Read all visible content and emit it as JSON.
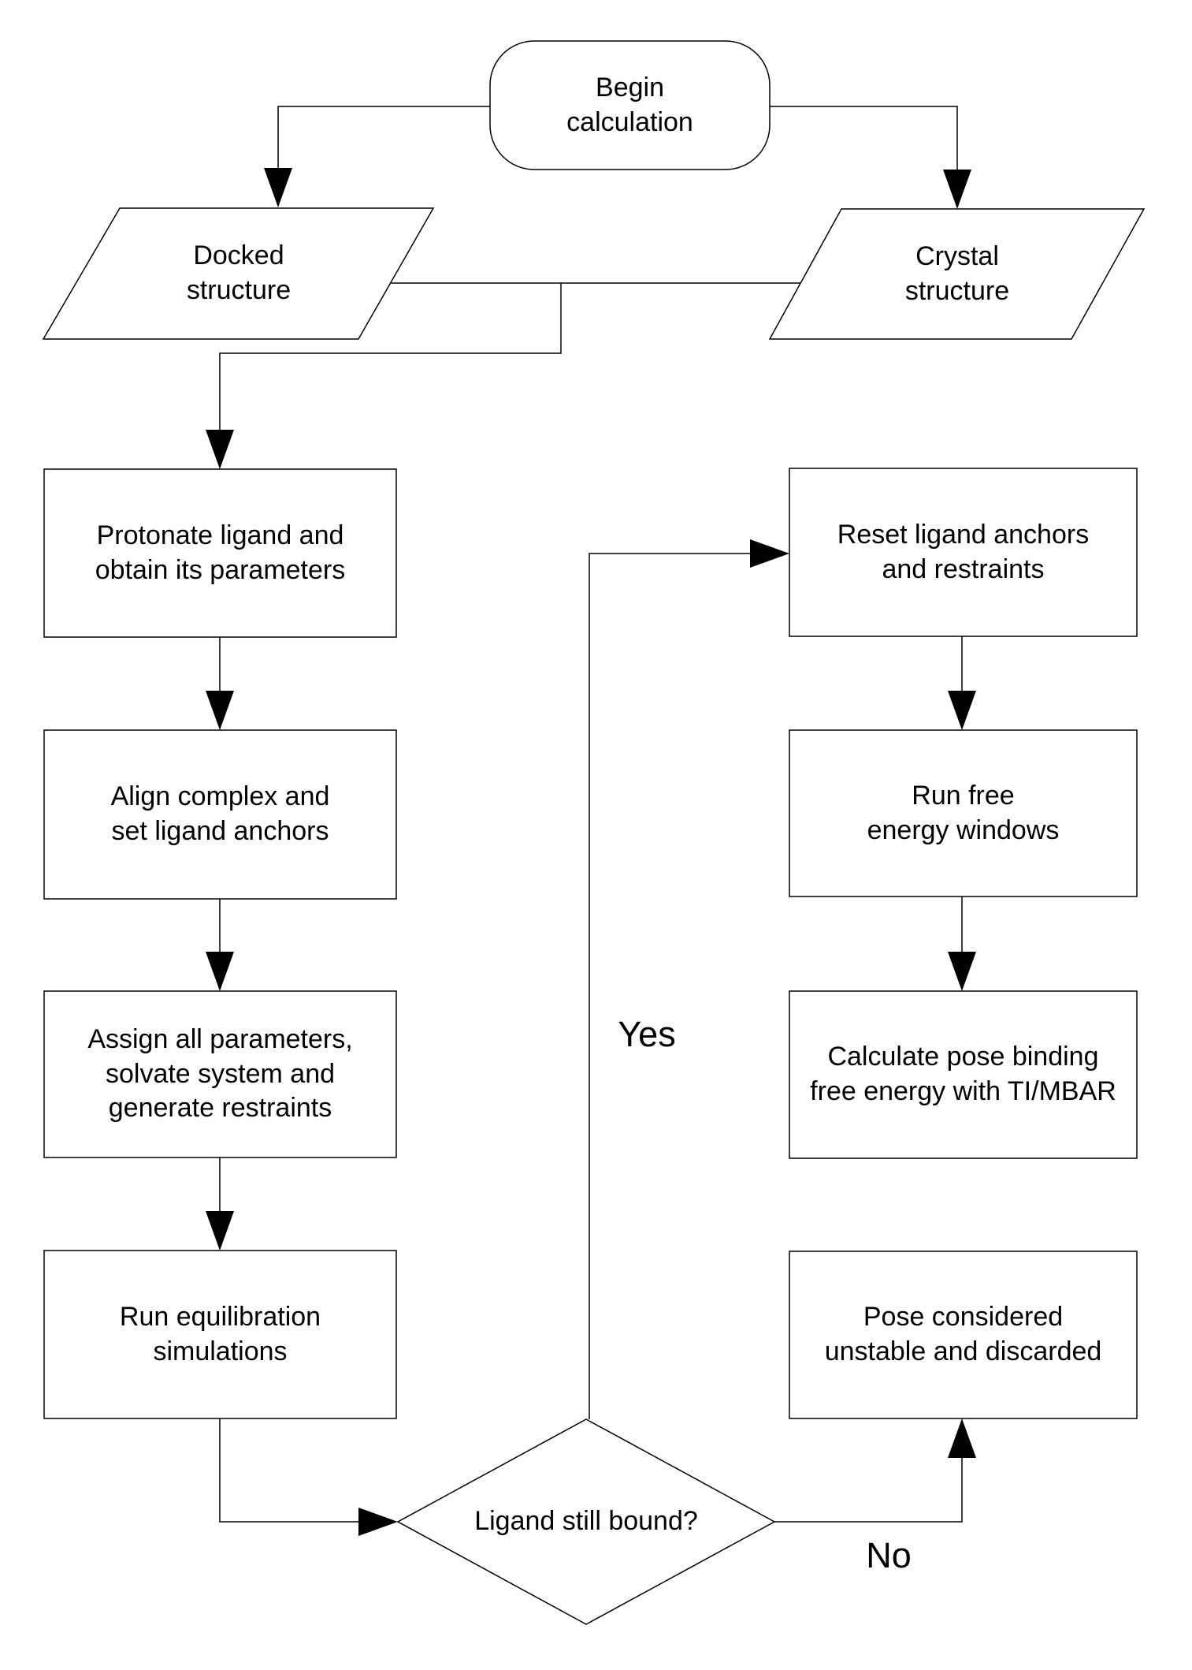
{
  "colors": {
    "background": "#ffffff",
    "stroke": "#000000",
    "node_fill": "#ffffff",
    "text": "#000000"
  },
  "nodes": {
    "begin": {
      "label": "Begin\ncalculation",
      "shape": "terminator"
    },
    "docked": {
      "label": "Docked\nstructure",
      "shape": "parallelogram"
    },
    "crystal": {
      "label": "Crystal\nstructure",
      "shape": "parallelogram"
    },
    "protonate": {
      "label": "Protonate ligand and\nobtain its parameters",
      "shape": "process"
    },
    "align": {
      "label": "Align complex and\nset ligand anchors",
      "shape": "process"
    },
    "assign": {
      "label": "Assign all parameters,\nsolvate system and\ngenerate restraints",
      "shape": "process"
    },
    "equilibration": {
      "label": "Run equilibration\nsimulations",
      "shape": "process"
    },
    "reset": {
      "label": "Reset ligand anchors\nand restraints",
      "shape": "process"
    },
    "windows": {
      "label": "Run free\nenergy windows",
      "shape": "process"
    },
    "calculate": {
      "label": "Calculate pose binding\nfree energy with TI/MBAR",
      "shape": "process"
    },
    "discard": {
      "label": "Pose considered\nunstable and discarded",
      "shape": "process"
    },
    "decision": {
      "label": "Ligand still bound?",
      "shape": "decision"
    }
  },
  "edge_labels": {
    "yes": "Yes",
    "no": "No"
  }
}
